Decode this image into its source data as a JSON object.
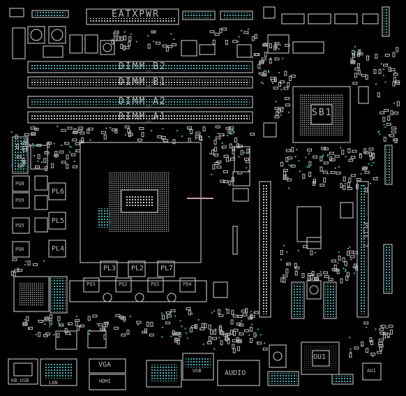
{
  "colors": {
    "background": "#000000",
    "outline": "#d8d8d8",
    "pad": "#3fb4b8",
    "probe": "#c8a0a8"
  },
  "labels": {
    "atx_pwr": "EATXPWR",
    "dimm_b2": "DIMM_B2",
    "dimm_b1": "DIMM_B1",
    "dimm_a2": "DIMM_A2",
    "dimm_a1": "DIMM_A1",
    "sb": "SB1",
    "pl6": "PL6",
    "pl5": "PL5",
    "pl4": "PL4",
    "pl3": "PL3",
    "pl2": "PL2",
    "pl7": "PL7",
    "pq8": "PQ8",
    "pq9": "PQ9",
    "pq5": "PQ5",
    "pq6": "PQ6",
    "pq3": "PQ3",
    "pq2": "PQ2",
    "pq1": "PQ1",
    "pq4": "PQ4",
    "pci_e2": "PCIE_2",
    "ou1": "OU1",
    "vga": "VGA",
    "audio": "AUDIO",
    "usb": "USB",
    "hdmi": "HDMI",
    "au1": "AU1",
    "kb": "KB_USB",
    "lan": "LAN"
  }
}
